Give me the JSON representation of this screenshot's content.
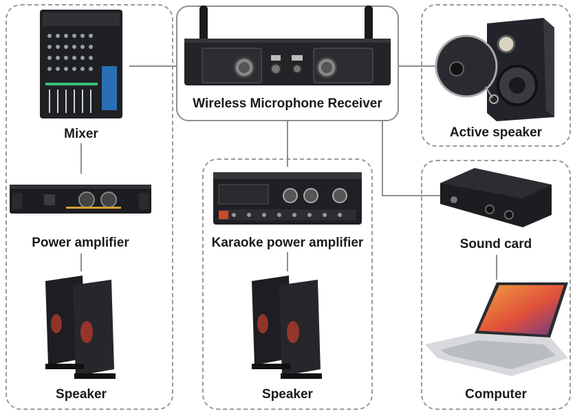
{
  "receiver": {
    "label": "Wireless Microphone Receiver"
  },
  "left_group": {
    "mixer_label": "Mixer",
    "power_amp_label": "Power amplifier",
    "speaker_label": "Speaker"
  },
  "center_group": {
    "karaoke_amp_label": "Karaoke power amplifier",
    "speaker_label": "Speaker"
  },
  "right_top": {
    "active_speaker_label": "Active speaker"
  },
  "right_bottom": {
    "sound_card_label": "Sound card",
    "computer_label": "Computer"
  },
  "colors": {
    "line": "#8e8e8e",
    "dashed_border": "#9a9a9a",
    "device_dark": "#1e1f22"
  }
}
